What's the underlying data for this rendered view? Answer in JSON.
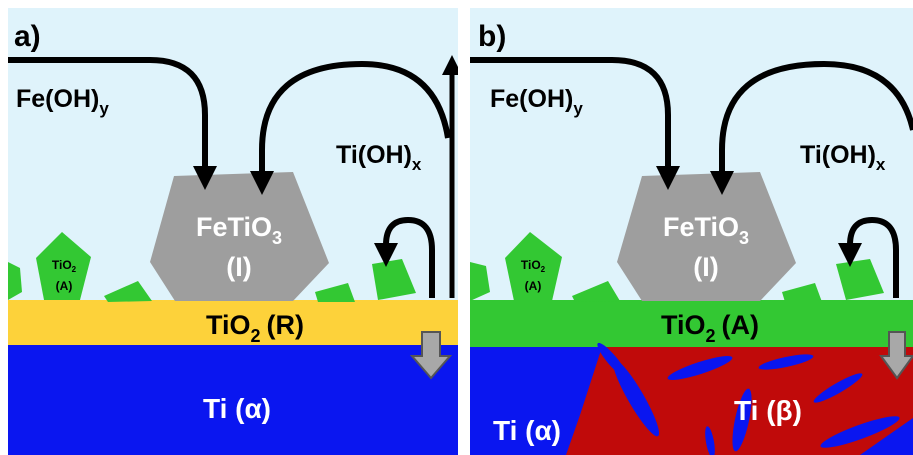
{
  "panels": [
    {
      "panel_label": "a)",
      "hydroxide_fe": "Fe(OH)",
      "hydroxide_fe_sub": "y",
      "hydroxide_ti": "Ti(OH)",
      "hydroxide_ti_sub": "x",
      "crystal_name": "FeTiO",
      "crystal_sub": "3",
      "crystal_phase": "(I)",
      "small_crystal_name": "TiO",
      "small_crystal_sub": "2",
      "small_crystal_phase": "(A)",
      "oxide_layer_name": "TiO",
      "oxide_layer_sub": "2",
      "oxide_layer_phase": "(R)",
      "substrate_alpha": "Ti (α)",
      "oxide_layer_color": "#fdd23a",
      "substrate_color": "#0a16f0"
    },
    {
      "panel_label": "b)",
      "hydroxide_fe": "Fe(OH)",
      "hydroxide_fe_sub": "y",
      "hydroxide_ti": "Ti(OH)",
      "hydroxide_ti_sub": "x",
      "crystal_name": "FeTiO",
      "crystal_sub": "3",
      "crystal_phase": "(I)",
      "small_crystal_name": "TiO",
      "small_crystal_sub": "2",
      "small_crystal_phase": "(A)",
      "oxide_layer_name": "TiO",
      "oxide_layer_sub": "2",
      "oxide_layer_phase": "(A)",
      "substrate_alpha": "Ti (α)",
      "substrate_beta": "Ti (β)",
      "oxide_layer_color": "#33c833",
      "substrate_color": "#0a16f0",
      "beta_phase_color": "#c00a0a"
    }
  ],
  "colors": {
    "solution": "#dff3fb",
    "crystal_gray": "#9e9e9e",
    "green_crystal": "#33c833",
    "arrow": "#000000"
  }
}
